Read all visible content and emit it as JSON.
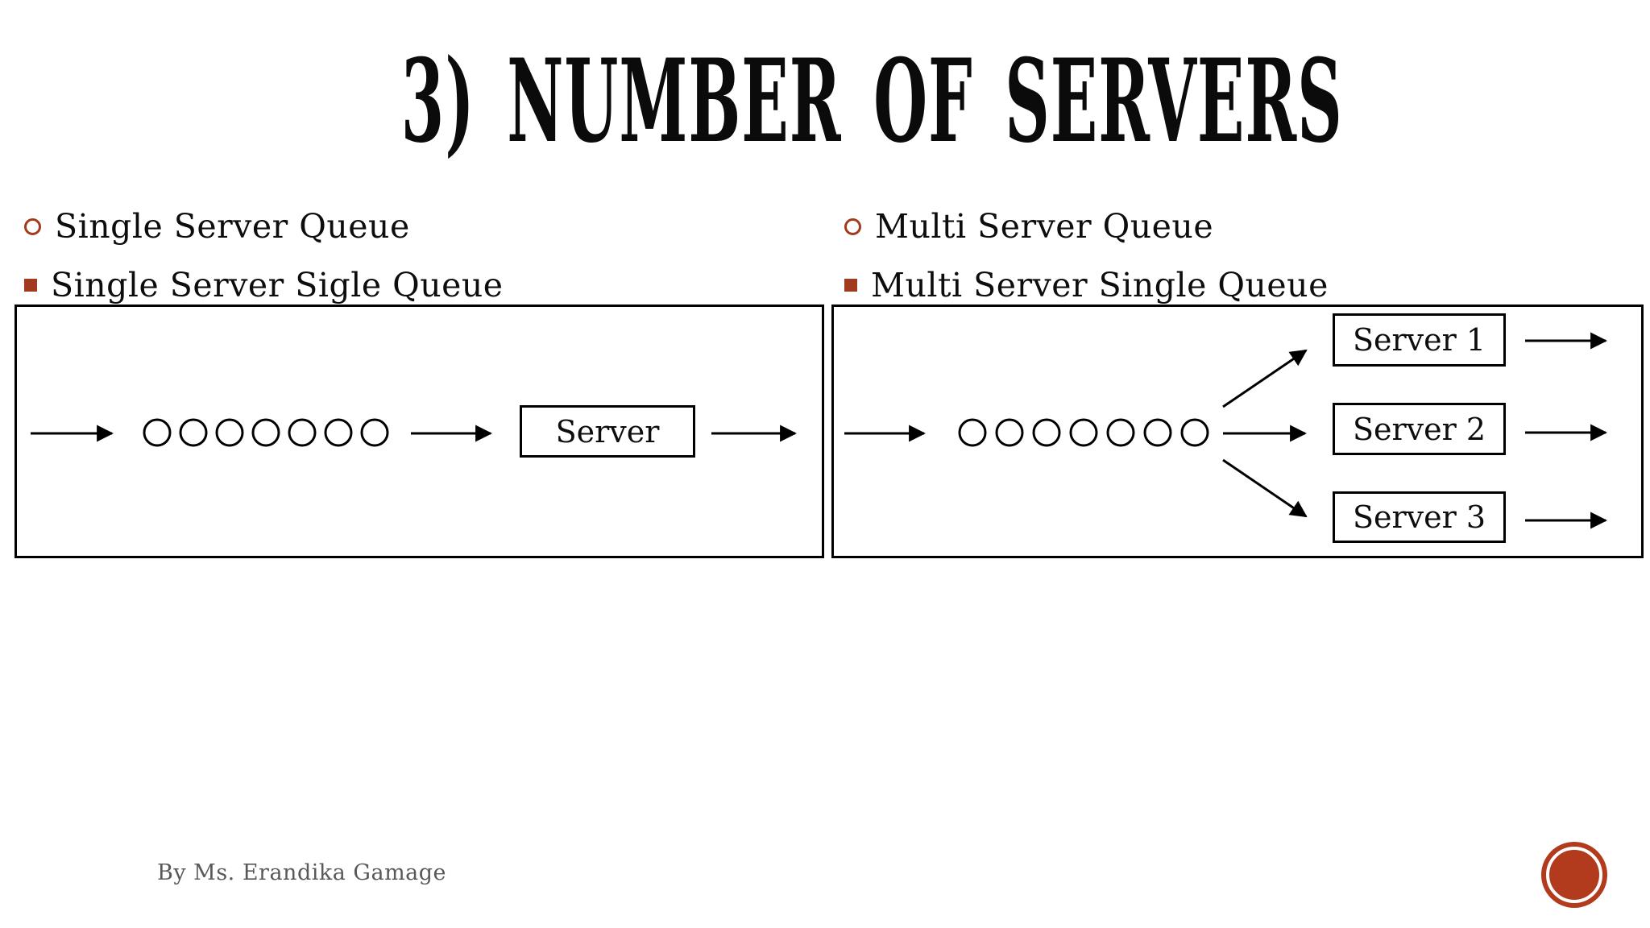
{
  "slide": {
    "title": "3) NUMBER OF SERVERS",
    "footer": "By Ms. Erandika Gamage"
  },
  "bullets": {
    "left": [
      {
        "marker_class": "marker marker-circle",
        "label": "Single Server Queue"
      },
      {
        "marker_class": "marker marker-square",
        "label": "Single Server Sigle Queue"
      }
    ],
    "right": [
      {
        "marker_class": "marker marker-circle",
        "label": "Multi Server Queue"
      },
      {
        "marker_class": "marker marker-square",
        "label": "Multi Server Single Queue"
      }
    ]
  },
  "diagram_left": {
    "queue_size": 7,
    "server_label": "Server"
  },
  "diagram_right": {
    "queue_size": 7,
    "servers": [
      "Server 1",
      "Server 2",
      "Server 3"
    ]
  },
  "colors": {
    "accent_rust": "#A23B1E",
    "stamp": "#B23A1D",
    "line": "#000000",
    "text": "#0D0D0D",
    "footer_gray": "#595959"
  }
}
